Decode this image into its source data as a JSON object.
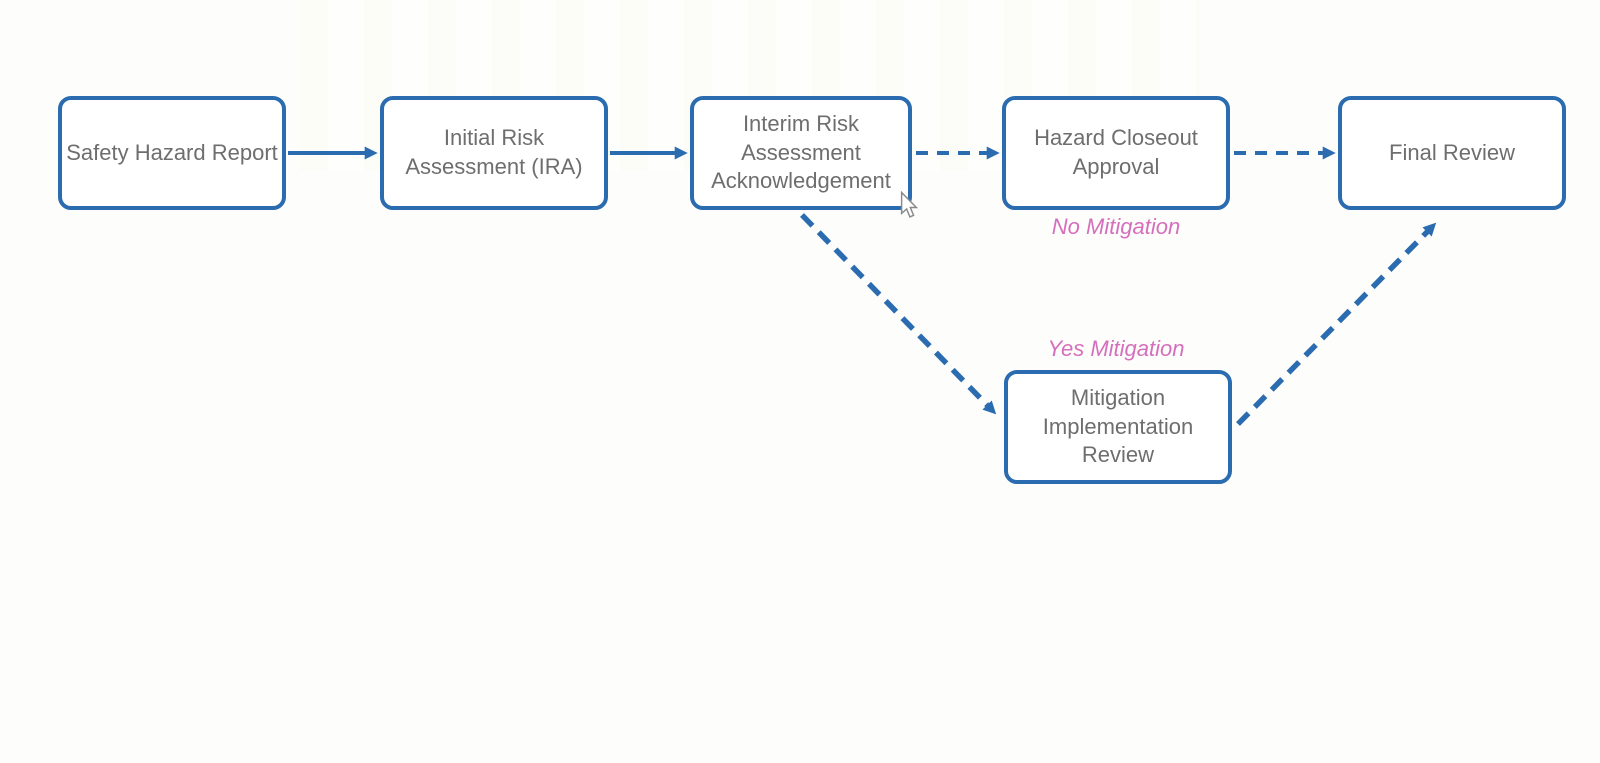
{
  "diagram": {
    "background_color": "#fdfdfb",
    "node_border_color": "#2b6cb0",
    "node_text_color": "#6e6e6e",
    "edge_color": "#2b6cb0",
    "edge_label_color": "#d56fbd",
    "nodes": [
      {
        "id": "safety-hazard-report",
        "label": "Safety Hazard Report"
      },
      {
        "id": "initial-risk-assessment-ira",
        "label": "Initial Risk Assessment (IRA)"
      },
      {
        "id": "interim-risk-assessment-acknowledgement",
        "label": "Interim Risk Assessment Acknowledgement"
      },
      {
        "id": "hazard-closeout-approval",
        "label": "Hazard Closeout Approval"
      },
      {
        "id": "final-review",
        "label": "Final Review"
      },
      {
        "id": "mitigation-implementation-review",
        "label": "Mitigation Implementation Review"
      }
    ],
    "edge_labels": [
      {
        "id": "no-mitigation",
        "text": "No Mitigation"
      },
      {
        "id": "yes-mitigation",
        "text": "Yes Mitigation"
      }
    ],
    "edges": [
      {
        "from": "Safety Hazard Report",
        "to": "Initial Risk Assessment (IRA)",
        "style": "solid"
      },
      {
        "from": "Initial Risk Assessment (IRA)",
        "to": "Interim Risk Assessment Acknowledgement",
        "style": "solid"
      },
      {
        "from": "Interim Risk Assessment Acknowledgement",
        "to": "Hazard Closeout Approval",
        "style": "dashed",
        "label": "No Mitigation"
      },
      {
        "from": "Hazard Closeout Approval",
        "to": "Final Review",
        "style": "dashed"
      },
      {
        "from": "Interim Risk Assessment Acknowledgement",
        "to": "Mitigation Implementation Review",
        "style": "dashed",
        "label": "Yes Mitigation"
      },
      {
        "from": "Mitigation Implementation Review",
        "to": "Final Review",
        "style": "dashed"
      }
    ]
  }
}
